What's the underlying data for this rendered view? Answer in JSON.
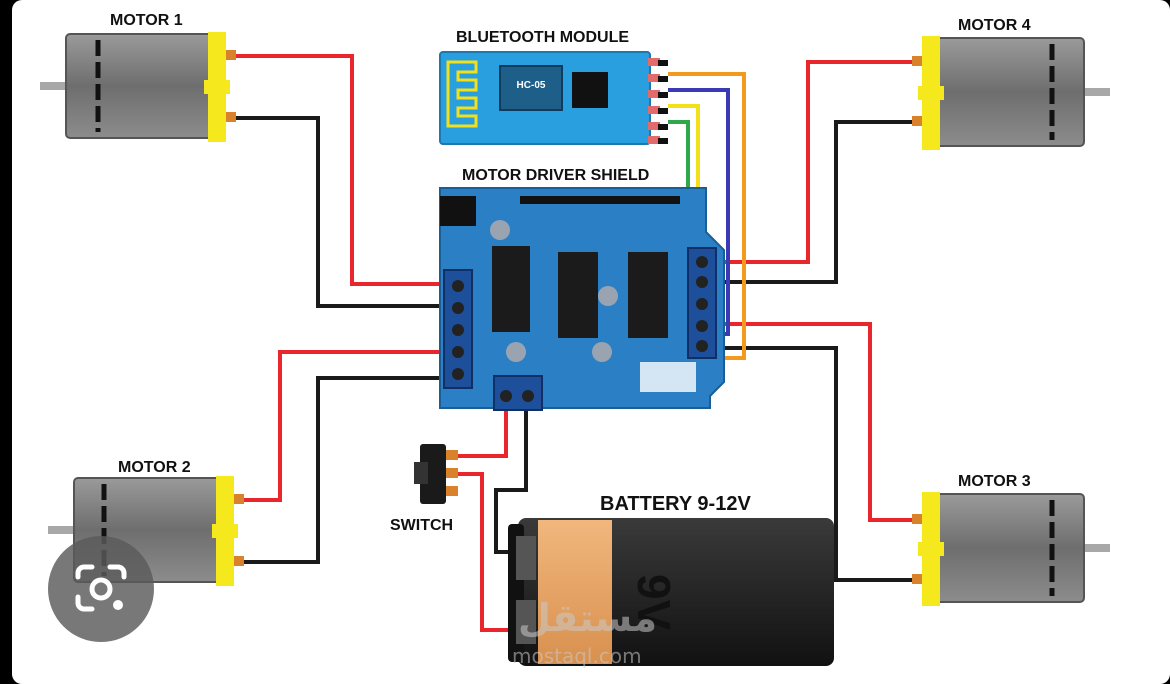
{
  "labels": {
    "motor1": "MOTOR 1",
    "motor2": "MOTOR 2",
    "motor3": "MOTOR 3",
    "motor4": "MOTOR 4",
    "bluetooth": "BLUETOOTH MODULE",
    "driver": "MOTOR DRIVER SHIELD",
    "switch": "SWITCH",
    "battery": "BATTERY 9-12V",
    "battery_face": "9V",
    "hc_chip": "HC-05"
  },
  "watermark": {
    "arabic": "مستقل",
    "latin": "mostaql.com"
  },
  "overlay": {
    "lens_icon": "google-lens-icon"
  },
  "colors": {
    "background": "#000000",
    "canvas": "#ffffff",
    "wire_red": "#e8262b",
    "wire_black": "#1a1a1a",
    "wire_orange": "#f39a1e",
    "wire_blue": "#3a3ab5",
    "wire_yellow": "#f2e11a",
    "wire_green": "#2fa84a",
    "pcb_blue": "#2b7fc4",
    "bt_board": "#2a9fe0",
    "motor_gray": "#7c7c7c",
    "motor_yellow": "#f5e81c",
    "battery_orange": "#e8a865"
  }
}
